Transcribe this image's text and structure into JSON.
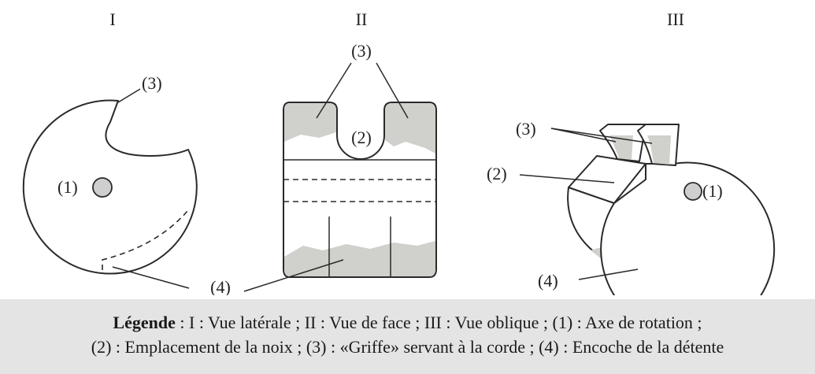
{
  "views": {
    "side": "I",
    "front": "II",
    "oblique": "III"
  },
  "labels": {
    "axis": "(1)",
    "nut": "(2)",
    "claw": "(3)",
    "notch": "(4)"
  },
  "legend": {
    "title": "Légende",
    "line1": " : I : Vue latérale ; II : Vue de face ; III : Vue oblique ; (1) : Axe de rotation ;",
    "line2": "(2) : Emplacement de la noix ; (3) : «Griffe» servant à la corde ; (4) : Encoche de la détente"
  }
}
